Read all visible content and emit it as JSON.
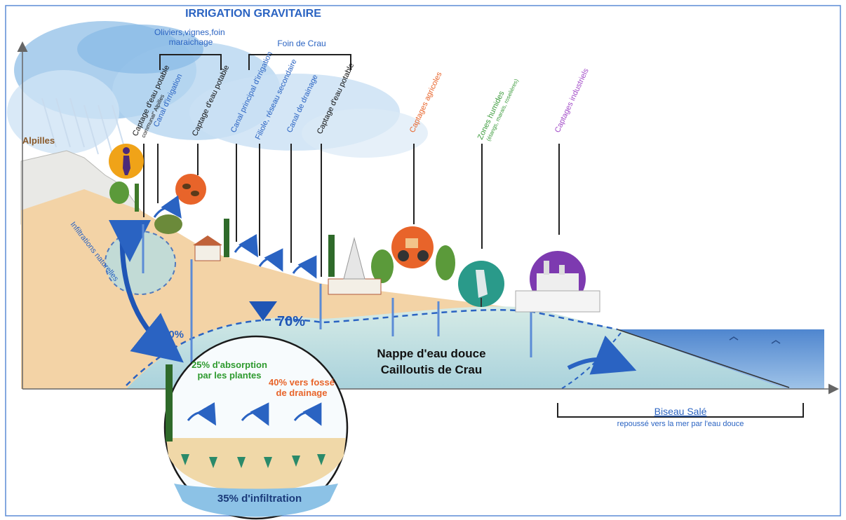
{
  "title": "IRRIGATION GRAVITAIRE",
  "region_label": "Alpilles",
  "brackets": {
    "left": "Oliviers,vignes,foin maraichage",
    "middle": "Foin de Crau"
  },
  "slanted_labels": [
    {
      "text": "Captage d'eau potable",
      "sub": "communal\" Alpilles",
      "color": "#111111"
    },
    {
      "text": "Canal d'irrigation",
      "sub": "",
      "color": "#2a63c2"
    },
    {
      "text": "Captage d'eau potable",
      "sub": "",
      "color": "#111111"
    },
    {
      "text": "Canal principal d'irrigation",
      "sub": "",
      "color": "#2a63c2"
    },
    {
      "text": "Filiole, réseau secondaire",
      "sub": "",
      "color": "#2a63c2"
    },
    {
      "text": "Canal de drainage",
      "sub": "",
      "color": "#2a63c2"
    },
    {
      "text": "Captage d'eau potable",
      "sub": "",
      "color": "#111111"
    },
    {
      "text": "Captages agricoles",
      "sub": "",
      "color": "#e8642a"
    },
    {
      "text": "Zones humides",
      "sub": "(étangs, marais, roselières)",
      "color": "#3a9a3a"
    },
    {
      "text": "Captages industriels",
      "sub": "",
      "color": "#a24bc8"
    }
  ],
  "labels": {
    "infiltrations": "Infiltrations naturelles",
    "pct30": "30%",
    "pct70": "70%",
    "nappe_line1": "Nappe d'eau douce",
    "nappe_line2": "Cailloutis de Crau",
    "absorption": "25% d'absorption par les plantes",
    "fosse": "40% vers fossé de drainage",
    "infiltration_35": "35% d'infiltration",
    "biseau": "Biseau Salé",
    "biseau_sub": "repoussé vers la mer par l'eau douce"
  },
  "colors": {
    "title_blue": "#2a63c2",
    "ground": "#f2d2a8",
    "aquifer": "#bcdde3",
    "sea": "#5f8fd0",
    "green_text": "#2e9a2e",
    "orange_text": "#e8642a",
    "dark_arrow": "#1f4fa0"
  }
}
